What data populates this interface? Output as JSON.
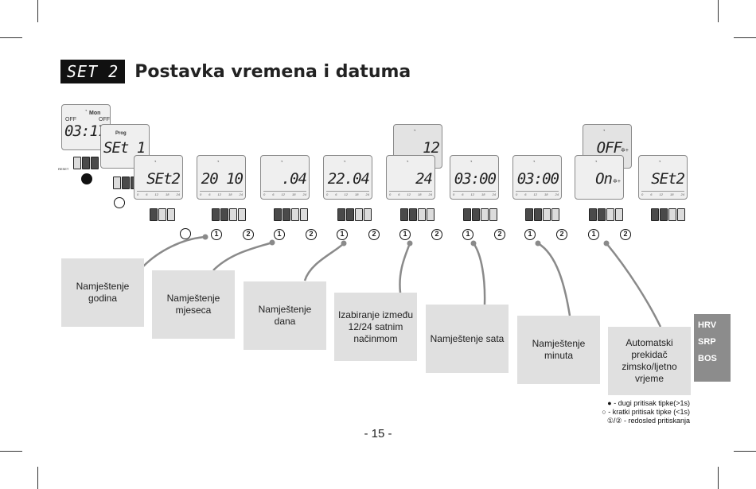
{
  "header": {
    "badge": "SET 2",
    "title": "Postavka vremena i datuma"
  },
  "displays": {
    "d0": {
      "left": "OFF",
      "mid": "OFF",
      "main": "03:17",
      "day": "Mon"
    },
    "d1": {
      "prog": "Prog",
      "main": "SEt 1"
    },
    "d2": "SEt2",
    "d3": "20 10",
    "d4": ".04",
    "d5": "22.04",
    "d6": "24",
    "d6b": "12",
    "d7": "03:00",
    "d8": "03:00",
    "d9": "On",
    "d9b": "OFF",
    "d10": "SEt2"
  },
  "reset_label": "RESET",
  "step_marks": {
    "one": "1",
    "two": "2"
  },
  "labels": [
    "Namještenje godina",
    "Namještenje mjeseca",
    "Namještenje dana",
    "Izabiranje između 12/24 satnim načinmom",
    "Namještenje sata",
    "Namještenje minuta",
    "Automatski prekidač zimsko/ljetno vrjeme"
  ],
  "languages": [
    "HRV",
    "SRP",
    "BOS"
  ],
  "legend": {
    "long": "● - dugi pritisak tipke(>1s)",
    "short": "○ - kratki pritisak tipke (<1s)",
    "order": "①/② -  redosled pritiskanja"
  },
  "page_number": "- 15 -"
}
